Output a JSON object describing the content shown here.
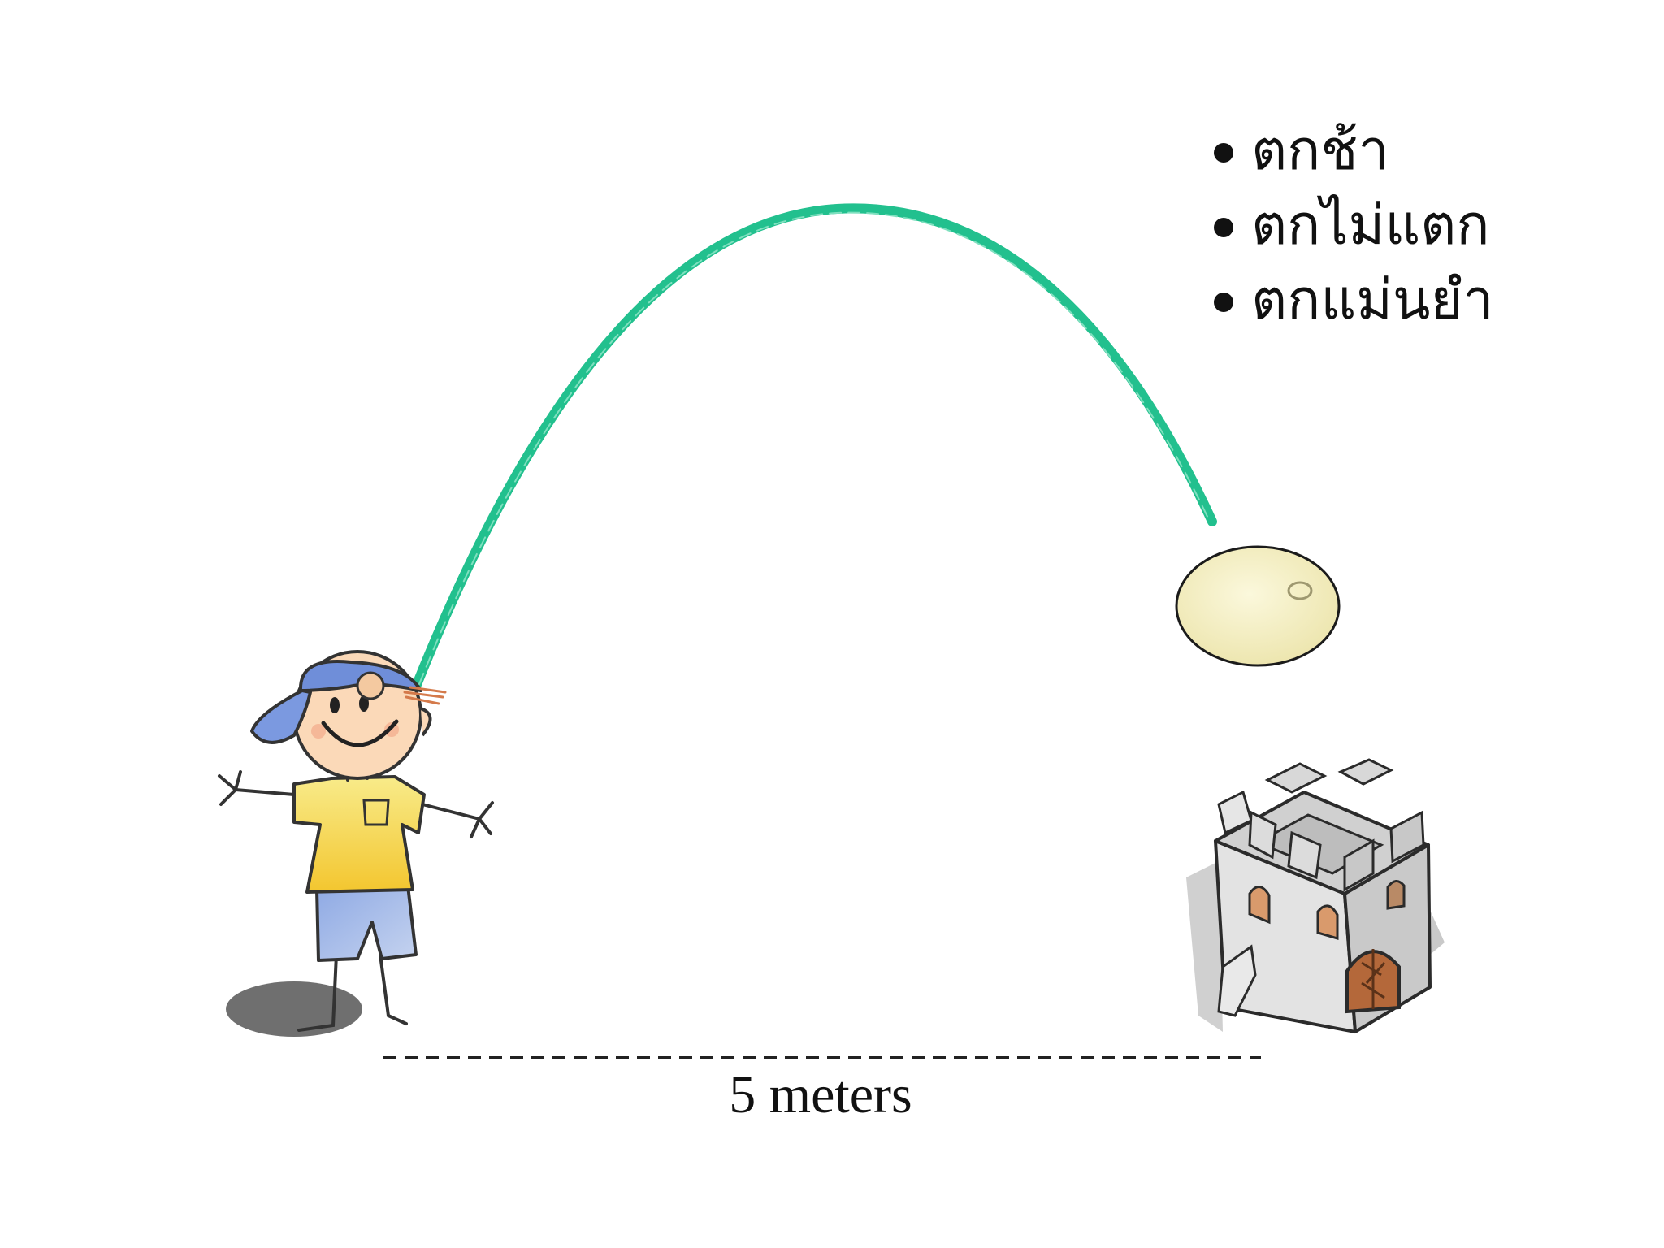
{
  "slide": {
    "bullets": [
      {
        "text": "ตกช้า"
      },
      {
        "text": "ตกไม่แตก"
      },
      {
        "text": "ตกแม่นยำ"
      }
    ],
    "distance_label": "5 meters"
  },
  "colors": {
    "trajectory": "#22c08e",
    "egg_fill": "#f7f3c8",
    "shirt": "#f6d84e",
    "cap": "#6f8ed9",
    "shorts": "#a7bde8",
    "castle_stone": "#d9d9d9",
    "castle_door": "#b4683a"
  },
  "icons": {
    "boy": "boy-figure",
    "egg": "egg-icon",
    "castle": "castle-icon"
  }
}
